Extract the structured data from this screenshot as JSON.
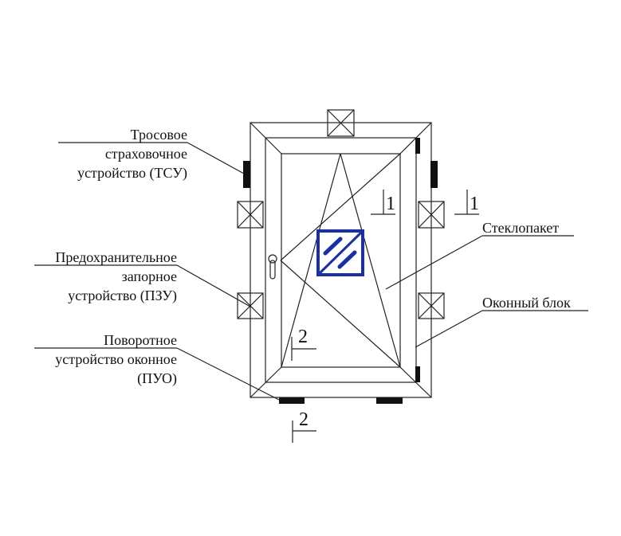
{
  "labels": {
    "tsu": [
      "Тросовое",
      "страховочное",
      "устройство (ТСУ)"
    ],
    "pzu": [
      "Предохранительное",
      "запорное",
      "устройство (ПЗУ)"
    ],
    "puo": [
      "Поворотное",
      "устройство оконное",
      "(ПУО)"
    ],
    "glass": "Стеклопакет",
    "window_block": "Оконный блок"
  },
  "section_marks": {
    "s1_inner": "1",
    "s1_outer": "1",
    "s2_inner": "2",
    "s2_outer": "2"
  },
  "colors": {
    "logo": "#1c2fa0",
    "line": "#222222"
  },
  "icons": {
    "logo": "glass-unit-logo-icon"
  }
}
